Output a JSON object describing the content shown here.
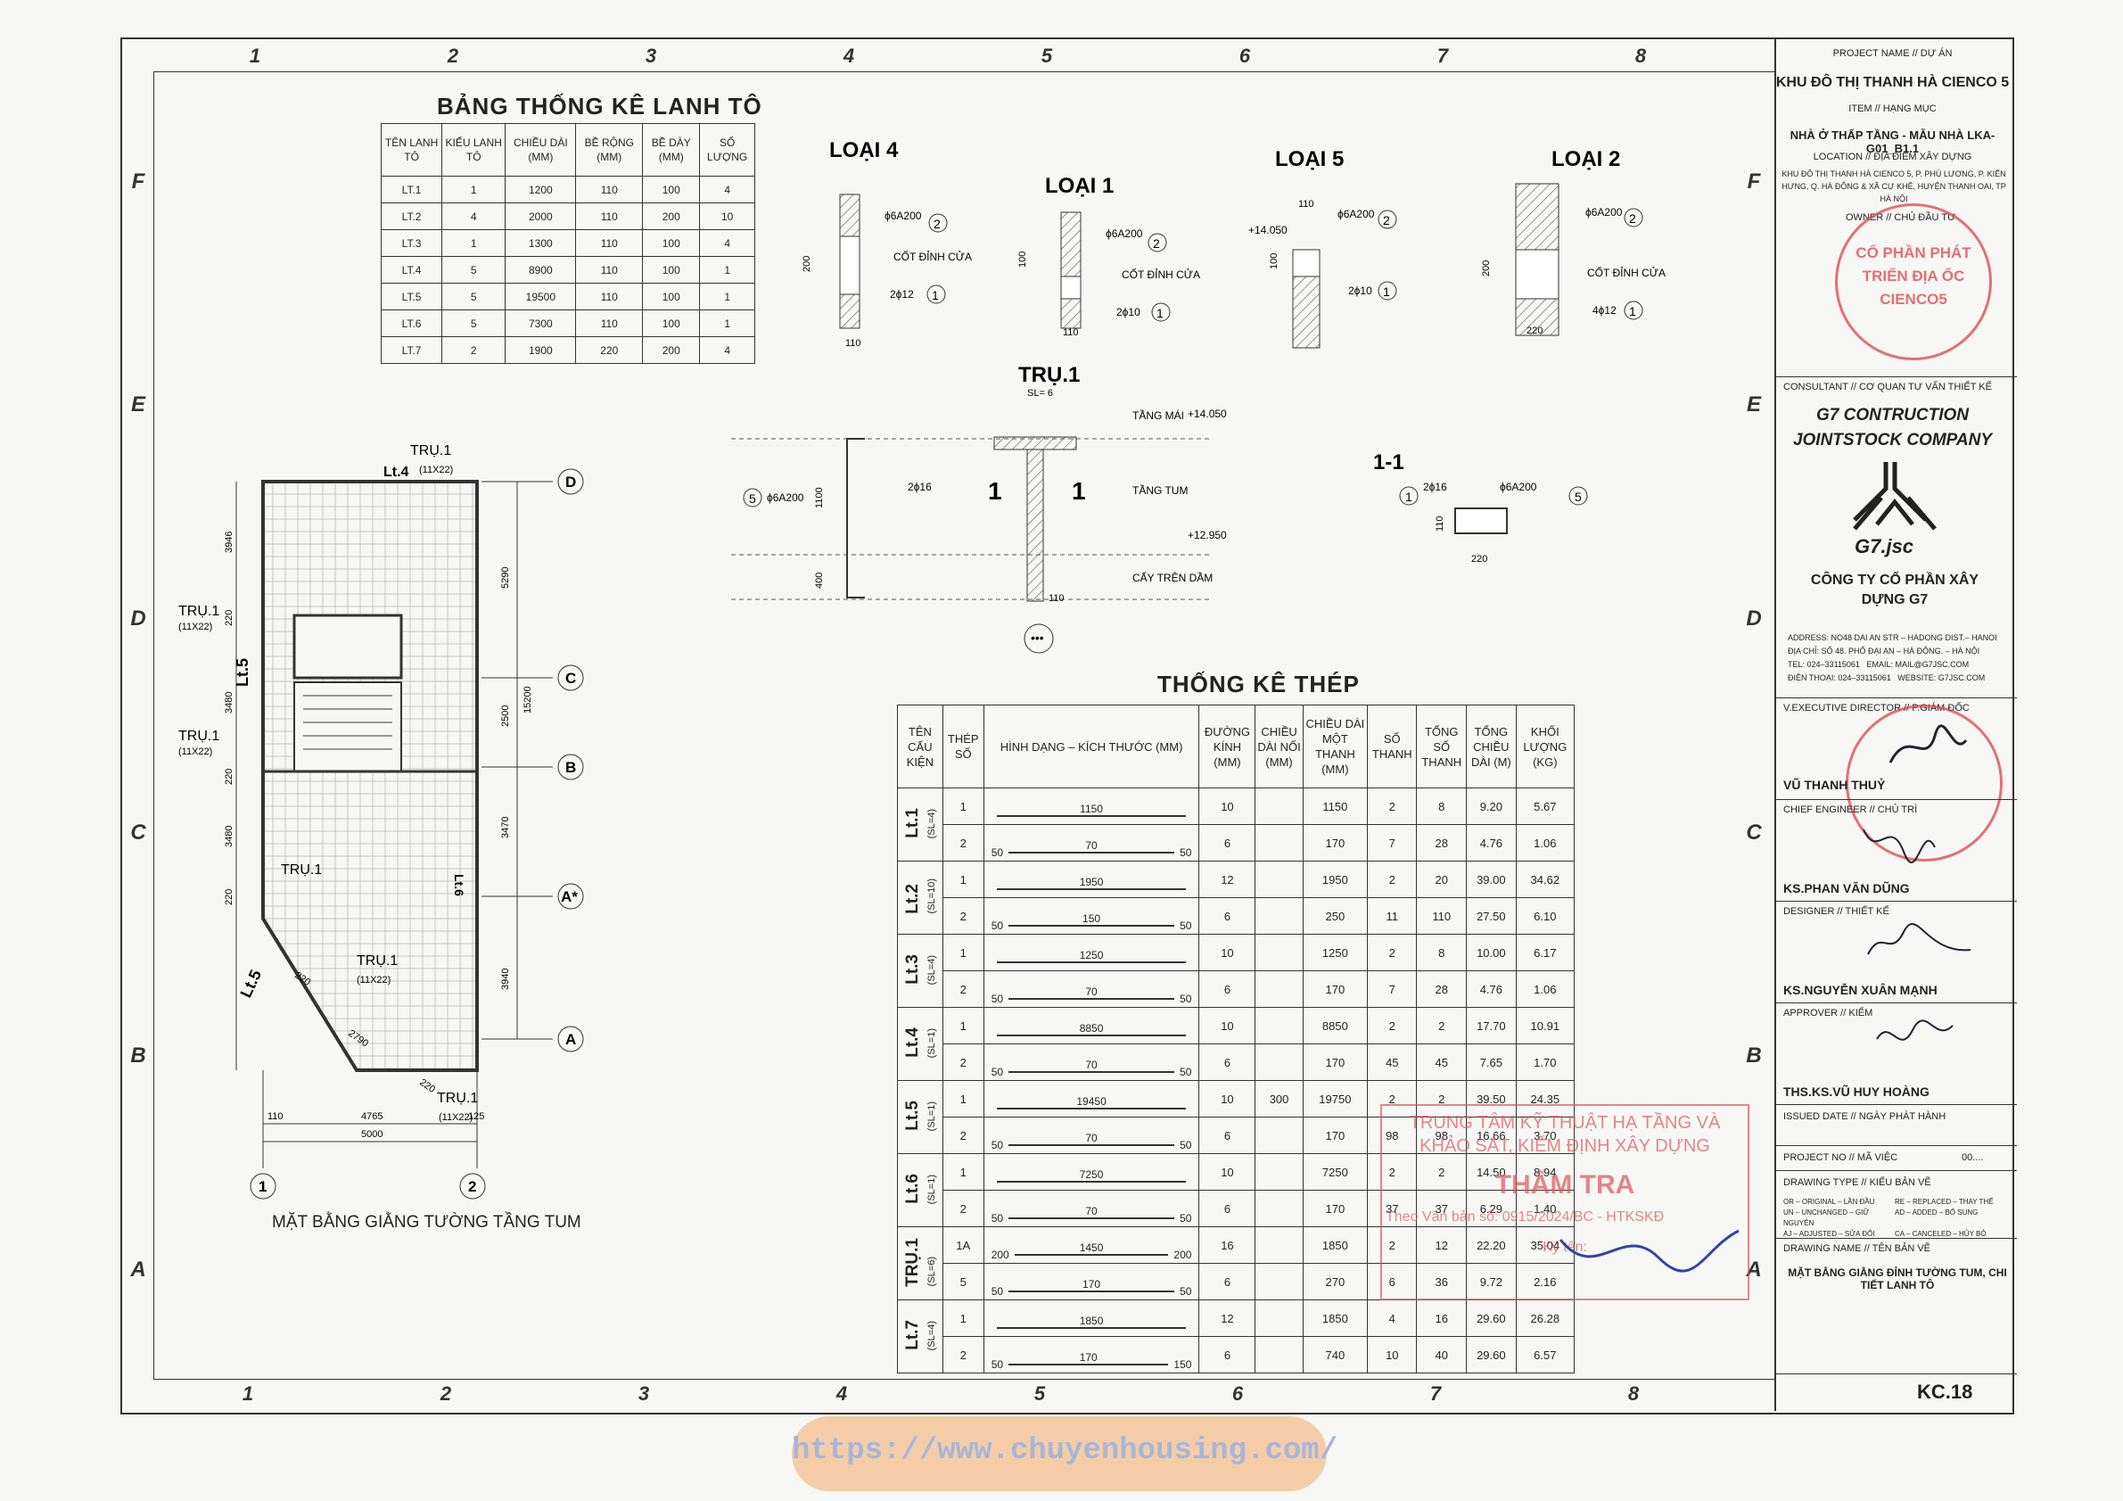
{
  "grid": {
    "columns": [
      "1",
      "2",
      "3",
      "4",
      "5",
      "6",
      "7",
      "8"
    ],
    "rows": [
      "F",
      "E",
      "D",
      "C",
      "B",
      "A"
    ]
  },
  "lintel_table": {
    "title": "BẢNG THỐNG KÊ LANH TÔ",
    "headers": [
      "TÊN LANH TÔ",
      "KIỂU LANH TÔ",
      "CHIỀU DÀI (MM)",
      "BỀ RỘNG (MM)",
      "BỀ DÀY (MM)",
      "SỐ LƯỢNG"
    ],
    "rows": [
      [
        "LT.1",
        "1",
        "1200",
        "110",
        "100",
        "4"
      ],
      [
        "LT.2",
        "4",
        "2000",
        "110",
        "200",
        "10"
      ],
      [
        "LT.3",
        "1",
        "1300",
        "110",
        "100",
        "4"
      ],
      [
        "LT.4",
        "5",
        "8900",
        "110",
        "100",
        "1"
      ],
      [
        "LT.5",
        "5",
        "19500",
        "110",
        "100",
        "1"
      ],
      [
        "LT.6",
        "5",
        "7300",
        "110",
        "100",
        "1"
      ],
      [
        "LT.7",
        "2",
        "1900",
        "220",
        "200",
        "4"
      ]
    ]
  },
  "sections": {
    "loai4": {
      "title": "LOẠI 4",
      "rebar1": "ϕ6A200",
      "rebar2": "2ϕ12",
      "note": "CỐT ĐỈNH CỬA",
      "h": "200",
      "w": "110"
    },
    "loai1": {
      "title": "LOẠI 1",
      "rebar1": "ϕ6A200",
      "rebar2": "2ϕ10",
      "note": "CỐT ĐỈNH CỬA",
      "h": "100",
      "w": "110"
    },
    "loai5": {
      "title": "LOẠI 5",
      "rebar1": "ϕ6A200",
      "rebar2": "2ϕ10",
      "level": "+14.050",
      "h": "100",
      "w": "110"
    },
    "loai2": {
      "title": "LOẠI 2",
      "rebar1": "ϕ6A200",
      "rebar2": "4ϕ12",
      "note": "CỐT ĐỈNH CỬA",
      "h": "200",
      "w": "220"
    },
    "tru1": {
      "title": "TRỤ.1",
      "sub": "SL= 6",
      "roof": "TẦNG MÁI",
      "tum": "TẦNG TUM",
      "beam": "CẤY TRÊN DẦM",
      "lvl1": "+14.050",
      "lvl2": "+12.950",
      "r5": "ϕ6A200",
      "r1a": "2ϕ16",
      "h1": "1100",
      "h2": "400",
      "w": "110",
      "cut": "1"
    },
    "s11": {
      "title": "1-1",
      "r1": "2ϕ16",
      "r5": "ϕ6A200",
      "h": "110",
      "w": "220"
    }
  },
  "plan": {
    "title": "MẶT BẰNG GIẰNG TƯỜNG TẦNG TUM",
    "axes": [
      "D",
      "C",
      "B",
      "A*",
      "A",
      "1",
      "2"
    ],
    "labels": {
      "lt4": "Lt.4",
      "lt5": "Lt.5",
      "lt6": "Lt.6",
      "tru": "TRỤ.1",
      "size": "(11X22)"
    },
    "dims_left": [
      "3946",
      "220",
      "3480",
      "220",
      "3480",
      "220"
    ],
    "dims_right": [
      "5290",
      "2500",
      "15200",
      "3470",
      "3940"
    ],
    "dims_bottom": [
      "110",
      "4765",
      "125",
      "5000"
    ],
    "dims_diag": [
      "220",
      "2790",
      "220"
    ]
  },
  "steel_table": {
    "title": "THỐNG KÊ THÉP",
    "headers": [
      "TÊN CẤU KIỆN",
      "THÉP SỐ",
      "HÌNH DẠNG – KÍCH THƯỚC (MM)",
      "ĐƯỜNG KÍNH (MM)",
      "CHIỀU DÀI NỐI (MM)",
      "CHIỀU DÀI MỘT THANH (MM)",
      "SỐ THANH",
      "TỔNG SỐ THANH",
      "TỔNG CHIỀU DÀI (M)",
      "KHỐI LƯỢNG (KG)"
    ],
    "groups": [
      {
        "name": "Lt.1",
        "sl": "(SL=4)",
        "rows": [
          {
            "no": "1",
            "shape": {
              "l": "",
              "m": "1150",
              "r": ""
            },
            "d": "10",
            "lap": "",
            "len": "1150",
            "n": "2",
            "tn": "8",
            "tl": "9.20",
            "kg": "5.67"
          },
          {
            "no": "2",
            "shape": {
              "l": "50",
              "m": "70",
              "r": "50"
            },
            "d": "6",
            "lap": "",
            "len": "170",
            "n": "7",
            "tn": "28",
            "tl": "4.76",
            "kg": "1.06"
          }
        ]
      },
      {
        "name": "Lt.2",
        "sl": "(SL=10)",
        "rows": [
          {
            "no": "1",
            "shape": {
              "l": "",
              "m": "1950",
              "r": ""
            },
            "d": "12",
            "lap": "",
            "len": "1950",
            "n": "2",
            "tn": "20",
            "tl": "39.00",
            "kg": "34.62"
          },
          {
            "no": "2",
            "shape": {
              "l": "50",
              "m": "150",
              "r": "50"
            },
            "d": "6",
            "lap": "",
            "len": "250",
            "n": "11",
            "tn": "110",
            "tl": "27.50",
            "kg": "6.10"
          }
        ]
      },
      {
        "name": "Lt.3",
        "sl": "(SL=4)",
        "rows": [
          {
            "no": "1",
            "shape": {
              "l": "",
              "m": "1250",
              "r": ""
            },
            "d": "10",
            "lap": "",
            "len": "1250",
            "n": "2",
            "tn": "8",
            "tl": "10.00",
            "kg": "6.17"
          },
          {
            "no": "2",
            "shape": {
              "l": "50",
              "m": "70",
              "r": "50"
            },
            "d": "6",
            "lap": "",
            "len": "170",
            "n": "7",
            "tn": "28",
            "tl": "4.76",
            "kg": "1.06"
          }
        ]
      },
      {
        "name": "Lt.4",
        "sl": "(SL=1)",
        "rows": [
          {
            "no": "1",
            "shape": {
              "l": "",
              "m": "8850",
              "r": ""
            },
            "d": "10",
            "lap": "",
            "len": "8850",
            "n": "2",
            "tn": "2",
            "tl": "17.70",
            "kg": "10.91"
          },
          {
            "no": "2",
            "shape": {
              "l": "50",
              "m": "70",
              "r": "50"
            },
            "d": "6",
            "lap": "",
            "len": "170",
            "n": "45",
            "tn": "45",
            "tl": "7.65",
            "kg": "1.70"
          }
        ]
      },
      {
        "name": "Lt.5",
        "sl": "(SL=1)",
        "rows": [
          {
            "no": "1",
            "shape": {
              "l": "",
              "m": "19450",
              "r": ""
            },
            "d": "10",
            "lap": "300",
            "len": "19750",
            "n": "2",
            "tn": "2",
            "tl": "39.50",
            "kg": "24.35"
          },
          {
            "no": "2",
            "shape": {
              "l": "50",
              "m": "70",
              "r": "50"
            },
            "d": "6",
            "lap": "",
            "len": "170",
            "n": "98",
            "tn": "98",
            "tl": "16.66",
            "kg": "3.70"
          }
        ]
      },
      {
        "name": "Lt.6",
        "sl": "(SL=1)",
        "rows": [
          {
            "no": "1",
            "shape": {
              "l": "",
              "m": "7250",
              "r": ""
            },
            "d": "10",
            "lap": "",
            "len": "7250",
            "n": "2",
            "tn": "2",
            "tl": "14.50",
            "kg": "8.94"
          },
          {
            "no": "2",
            "shape": {
              "l": "50",
              "m": "70",
              "r": "50"
            },
            "d": "6",
            "lap": "",
            "len": "170",
            "n": "37",
            "tn": "37",
            "tl": "6.29",
            "kg": "1.40"
          }
        ]
      },
      {
        "name": "TRỤ.1",
        "sl": "(SL=6)",
        "rows": [
          {
            "no": "1A",
            "shape": {
              "l": "200",
              "m": "1450",
              "r": "200"
            },
            "d": "16",
            "lap": "",
            "len": "1850",
            "n": "2",
            "tn": "12",
            "tl": "22.20",
            "kg": "35.04"
          },
          {
            "no": "5",
            "shape": {
              "l": "50",
              "m": "170",
              "r": "50"
            },
            "d": "6",
            "lap": "",
            "len": "270",
            "n": "6",
            "tn": "36",
            "tl": "9.72",
            "kg": "2.16"
          }
        ]
      },
      {
        "name": "Lt.7",
        "sl": "(SL=4)",
        "rows": [
          {
            "no": "1",
            "shape": {
              "l": "",
              "m": "1850",
              "r": ""
            },
            "d": "12",
            "lap": "",
            "len": "1850",
            "n": "4",
            "tn": "16",
            "tl": "29.60",
            "kg": "26.28"
          },
          {
            "no": "2",
            "shape": {
              "l": "50",
              "m": "170",
              "r": "150"
            },
            "d": "6",
            "lap": "",
            "len": "740",
            "n": "10",
            "tn": "40",
            "tl": "29.60",
            "kg": "6.57"
          }
        ]
      }
    ]
  },
  "title_block": {
    "project_label": "PROJECT NAME // DỰ ÁN",
    "project": "KHU ĐÔ THỊ THANH HÀ CIENCO 5",
    "item_label": "ITEM // HẠNG MỤC",
    "item": "NHÀ Ở THẤP TẦNG - MẪU NHÀ LKA-G01_B1.1",
    "location_label": "LOCATION // ĐỊA ĐIỂM XÂY DỰNG",
    "location": "KHU ĐÔ THỊ THANH HÀ CIENCO 5, P. PHÚ LƯƠNG, P. KIẾN HƯNG, Q. HÀ ĐÔNG & XÃ CỰ KHÊ, HUYỆN THANH OAI, TP HÀ NỘI",
    "owner_label": "OWNER // CHỦ ĐẦU TƯ",
    "owner_stamp": "CỔ PHẦN PHÁT TRIỂN ĐỊA ỐC CIENCO5",
    "consultant_label": "CONSULTANT // CƠ QUAN TƯ VẤN THIẾT KẾ",
    "consultant": "G7 CONTRUCTION JOINTSTOCK COMPANY",
    "logo_text": "G7.jsc",
    "company": "CÔNG TY CỔ PHẦN XÂY DỰNG G7",
    "address_label": "ADDRESS:",
    "address": "NO48 DAI AN STR – HADONG DIST.– HANOI",
    "address_vn_label": "ĐỊA CHỈ:",
    "address_vn": "SỐ 48. PHỐ ĐẠI AN – HÀ ĐÔNG. – HÀ NỘI",
    "tel_label": "TEL:",
    "tel": "024–33115061",
    "email": "EMAIL: MAIL@G7JSC.COM",
    "phone_label": "ĐIỆN THOẠI:",
    "phone": "024–33115061",
    "website": "WEBSITE: G7JSC.COM",
    "director_label": "V.EXECUTIVE DIRECTOR // P.GIÁM ĐỐC",
    "director": "VŨ THANH THUỶ",
    "chief_label": "CHIEF ENGINEER // CHỦ TRÌ",
    "chief": "KS.PHAN VĂN DŨNG",
    "designer_label": "DESIGNER // THIẾT KẾ",
    "designer": "KS.NGUYỄN XUÂN MẠNH",
    "approver_label": "APPROVER // KIỂM",
    "approver": "THS.KS.VŨ HUY HOÀNG",
    "issued_label": "ISSUED DATE // NGÀY PHÁT HÀNH",
    "projno_label": "PROJECT NO // MÃ VIỆC",
    "projno": "00....",
    "dtype_label": "DRAWING TYPE // KIỂU BẢN VẼ",
    "dtype_codes": [
      "OR – ORIGINAL – LẦN ĐẦU",
      "UN – UNCHANGED – GIỮ NGUYÊN",
      "AJ – ADJUSTED – SỬA ĐỔI",
      "RE – REPLACED – THAY THẾ",
      "AD – ADDED – BỔ SUNG",
      "CA – CANCELED – HỦY BỎ"
    ],
    "dname_label": "DRAWING NAME // TÊN BẢN VẼ",
    "dname": "MẶT BẰNG GIẰNG ĐỈNH TƯỜNG TUM, CHI TIẾT LANH TÔ",
    "sheet": "KC.18"
  },
  "review_stamp": {
    "line1": "TRUNG TÂM KỸ THUẬT HẠ TẦNG VÀ",
    "line2": "KHẢO SÁT, KIỂM ĐỊNH XÂY DỰNG",
    "line3": "THẨM TRA",
    "line4": "Theo Văn bản số: 0915/2024/BC - HTKSKĐ",
    "line5": "Ký tên:"
  },
  "watermark": "https://www.chuyenhousing.com/",
  "colors": {
    "line": "#333333",
    "stamp": "#d44444",
    "watermark_bg": "#f3c69a",
    "watermark_text": "#a7b6d8"
  }
}
